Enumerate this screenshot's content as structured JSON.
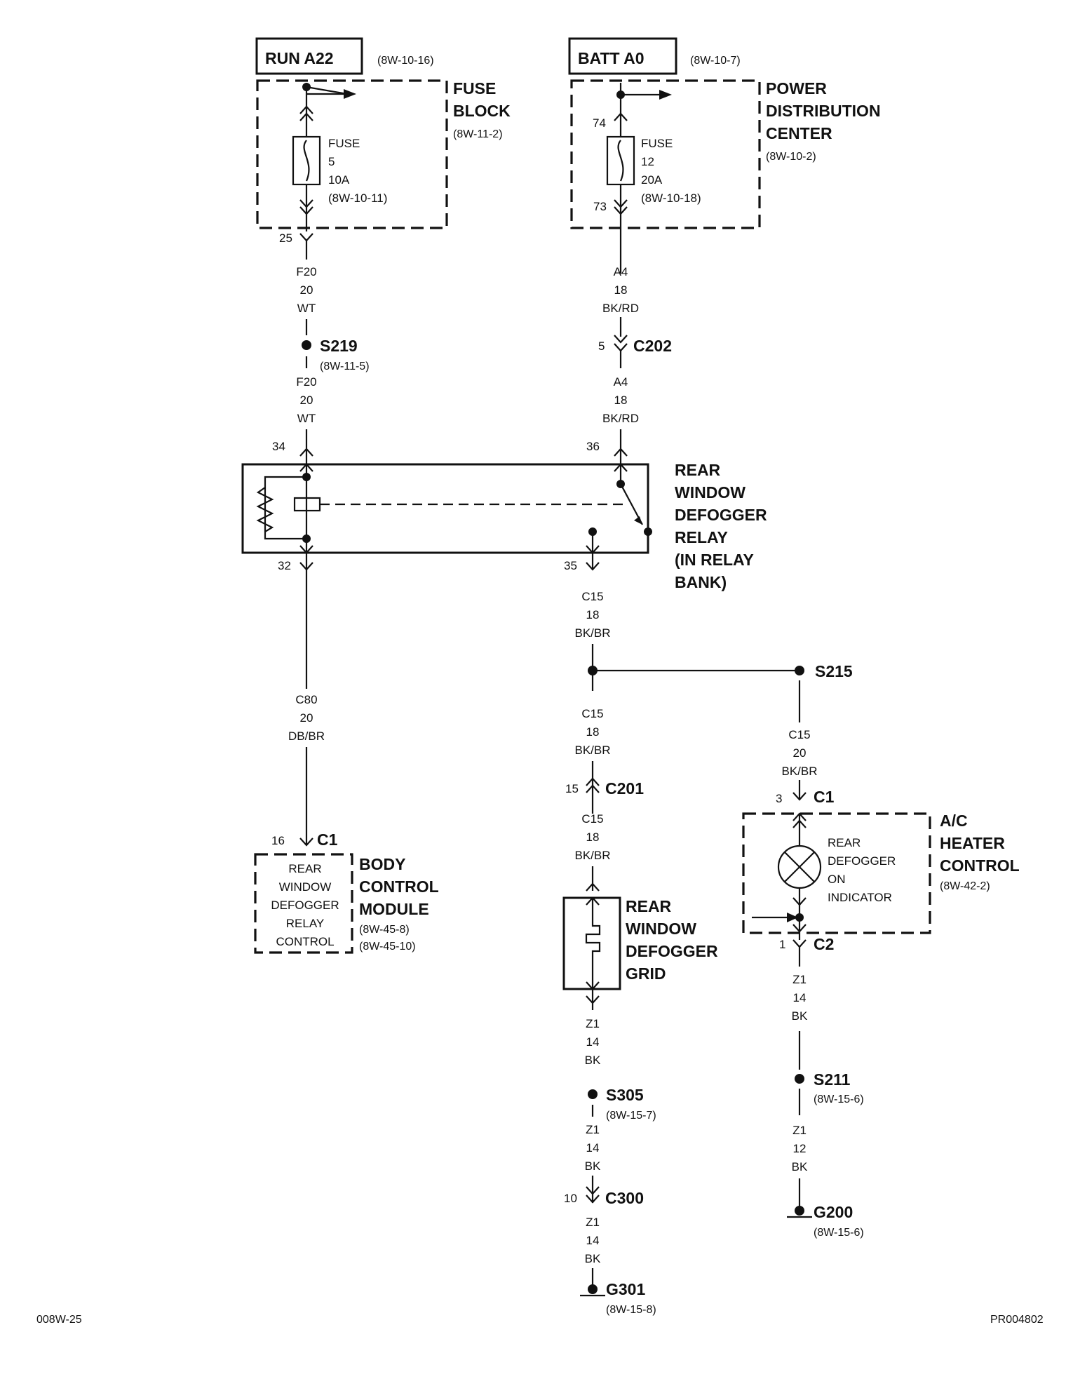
{
  "sources": {
    "run": {
      "label": "RUN A22",
      "ref": "(8W-10-16)"
    },
    "batt": {
      "label": "BATT A0",
      "ref": "(8W-10-7)"
    }
  },
  "fuse_block": {
    "title1": "FUSE",
    "title2": "BLOCK",
    "ref": "(8W-11-2)",
    "fuse": {
      "l1": "FUSE",
      "l2": "5",
      "l3": "10A",
      "l4": "(8W-10-11)"
    },
    "pin_out": "25"
  },
  "pdc": {
    "title1": "POWER",
    "title2": "DISTRIBUTION",
    "title3": "CENTER",
    "ref": "(8W-10-2)",
    "fuse": {
      "l1": "FUSE",
      "l2": "12",
      "l3": "20A",
      "l4": "(8W-10-18)"
    },
    "pin_in": "74",
    "pin_out": "73"
  },
  "wires": {
    "f20_a": {
      "c": "F20",
      "g": "20",
      "col": "WT"
    },
    "f20_b": {
      "c": "F20",
      "g": "20",
      "col": "WT"
    },
    "a4_a": {
      "c": "A4",
      "g": "18",
      "col": "BK/RD"
    },
    "a4_b": {
      "c": "A4",
      "g": "18",
      "col": "BK/RD"
    },
    "c80": {
      "c": "C80",
      "g": "20",
      "col": "DB/BR"
    },
    "c15_a": {
      "c": "C15",
      "g": "18",
      "col": "BK/BR"
    },
    "c15_b": {
      "c": "C15",
      "g": "18",
      "col": "BK/BR"
    },
    "c15_c": {
      "c": "C15",
      "g": "18",
      "col": "BK/BR"
    },
    "c15_d": {
      "c": "C15",
      "g": "20",
      "col": "BK/BR"
    },
    "z1_a": {
      "c": "Z1",
      "g": "14",
      "col": "BK"
    },
    "z1_b": {
      "c": "Z1",
      "g": "14",
      "col": "BK"
    },
    "z1_c": {
      "c": "Z1",
      "g": "14",
      "col": "BK"
    },
    "z1_d": {
      "c": "Z1",
      "g": "14",
      "col": "BK"
    },
    "z1_e": {
      "c": "Z1",
      "g": "12",
      "col": "BK"
    }
  },
  "splices": {
    "s219": {
      "label": "S219",
      "ref": "(8W-11-5)"
    },
    "s215": {
      "label": "S215"
    },
    "s305": {
      "label": "S305",
      "ref": "(8W-15-7)"
    },
    "s211": {
      "label": "S211",
      "ref": "(8W-15-6)"
    }
  },
  "connectors": {
    "c202": {
      "label": "C202",
      "pin": "5"
    },
    "c201": {
      "label": "C201",
      "pin": "15"
    },
    "c300": {
      "label": "C300",
      "pin": "10"
    },
    "bcm_c1": {
      "label": "C1",
      "pin": "16"
    },
    "ach_c1": {
      "label": "C1",
      "pin": "3"
    },
    "ach_c2": {
      "label": "C2",
      "pin": "1"
    }
  },
  "relay": {
    "l1": "REAR",
    "l2": "WINDOW",
    "l3": "DEFOGGER",
    "l4": "RELAY",
    "l5": "(IN RELAY",
    "l6": "BANK)",
    "pin34": "34",
    "pin36": "36",
    "pin32": "32",
    "pin35": "35"
  },
  "bcm": {
    "t1": "BODY",
    "t2": "CONTROL",
    "t3": "MODULE",
    "ref1": "(8W-45-8)",
    "ref2": "(8W-45-10)",
    "inner": [
      "REAR",
      "WINDOW",
      "DEFOGGER",
      "RELAY",
      "CONTROL"
    ]
  },
  "grid": {
    "l1": "REAR",
    "l2": "WINDOW",
    "l3": "DEFOGGER",
    "l4": "GRID"
  },
  "ach": {
    "t1": "A/C",
    "t2": "HEATER",
    "t3": "CONTROL",
    "ref": "(8W-42-2)",
    "lamp": [
      "REAR",
      "DEFOGGER",
      "ON",
      "INDICATOR"
    ]
  },
  "grounds": {
    "g301": {
      "label": "G301",
      "ref": "(8W-15-8)"
    },
    "g200": {
      "label": "G200",
      "ref": "(8W-15-6)"
    }
  },
  "footer": {
    "left": "008W-25",
    "right": "PR004802"
  }
}
